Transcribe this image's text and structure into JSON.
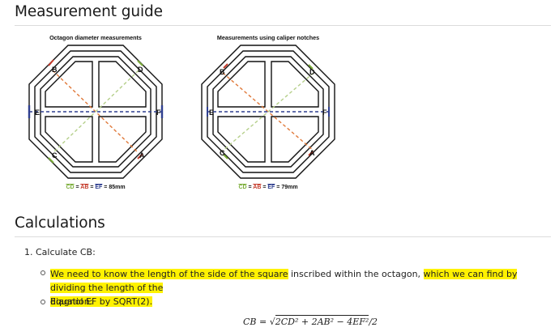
{
  "headings": {
    "guide": "Measurement guide",
    "calculations": "Calculations"
  },
  "figures": [
    {
      "title": "Octagon diameter measurements",
      "caption_cd": "CD",
      "caption_ab": "AB",
      "caption_ef": "EF",
      "caption_value": "85mm",
      "labels": {
        "A": "A",
        "B": "B",
        "C": "C",
        "D": "D",
        "E": "E",
        "F": "F"
      }
    },
    {
      "title": "Measurements using caliper notches",
      "caption_cd": "CD",
      "caption_ab": "AB",
      "caption_ef": "EF",
      "caption_value": "79mm",
      "labels": {
        "A": "A",
        "B": "B",
        "C": "C",
        "D": "D",
        "E": "E",
        "F": "F"
      }
    }
  ],
  "calc": {
    "item_number": "1.",
    "item_title": "Calculate CB:",
    "bullet1_hl1": "We need to know the length of the side of the square",
    "bullet1_mid": " inscribed within the octagon, ",
    "bullet1_hl2a": "which we can find by dividing the length of the",
    "bullet1_hl2b": "diagnol EF by SQRT(2).",
    "bullet2": "Equation:",
    "eq_lhs": "CB = ",
    "eq_body": "2CD² + 2AB² − 4EF²",
    "eq_tail": "/2"
  },
  "colors": {
    "cd_line": "#b5cf8a",
    "ab_line": "#e0793a",
    "ef_line": "#2f3f8f",
    "ab_arrow": "#c43a2a",
    "cd_arrow": "#7cae3a",
    "highlight": "#fff200"
  }
}
